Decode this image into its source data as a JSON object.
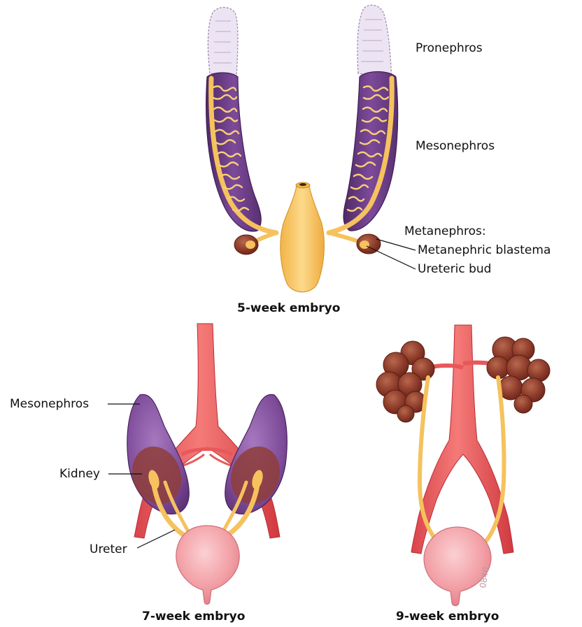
{
  "panel_5_week": {
    "caption": "5-week embryo",
    "labels": {
      "pronephros": "Pronephros",
      "mesonephros": "Mesonephros",
      "metanephros": "Metanephros:",
      "metanephric_blastema": "Metanephric blastema",
      "ureteric_bud": "Ureteric bud"
    }
  },
  "panel_7_week": {
    "caption": "7-week embryo",
    "labels": {
      "mesonephros": "Mesonephros",
      "kidney": "Kidney",
      "ureter": "Ureter"
    }
  },
  "panel_9_week": {
    "caption": "9-week embryo",
    "watermark": "0840"
  },
  "colors": {
    "mesonephros_purple": "#6b3a86",
    "pronephros_faded": "#e8dff0",
    "duct_yellow": "#f5c25e",
    "kidney_brown": "#8a3a2a",
    "artery_red": "#e8585a",
    "bladder_pink": "#f3a0a5"
  }
}
